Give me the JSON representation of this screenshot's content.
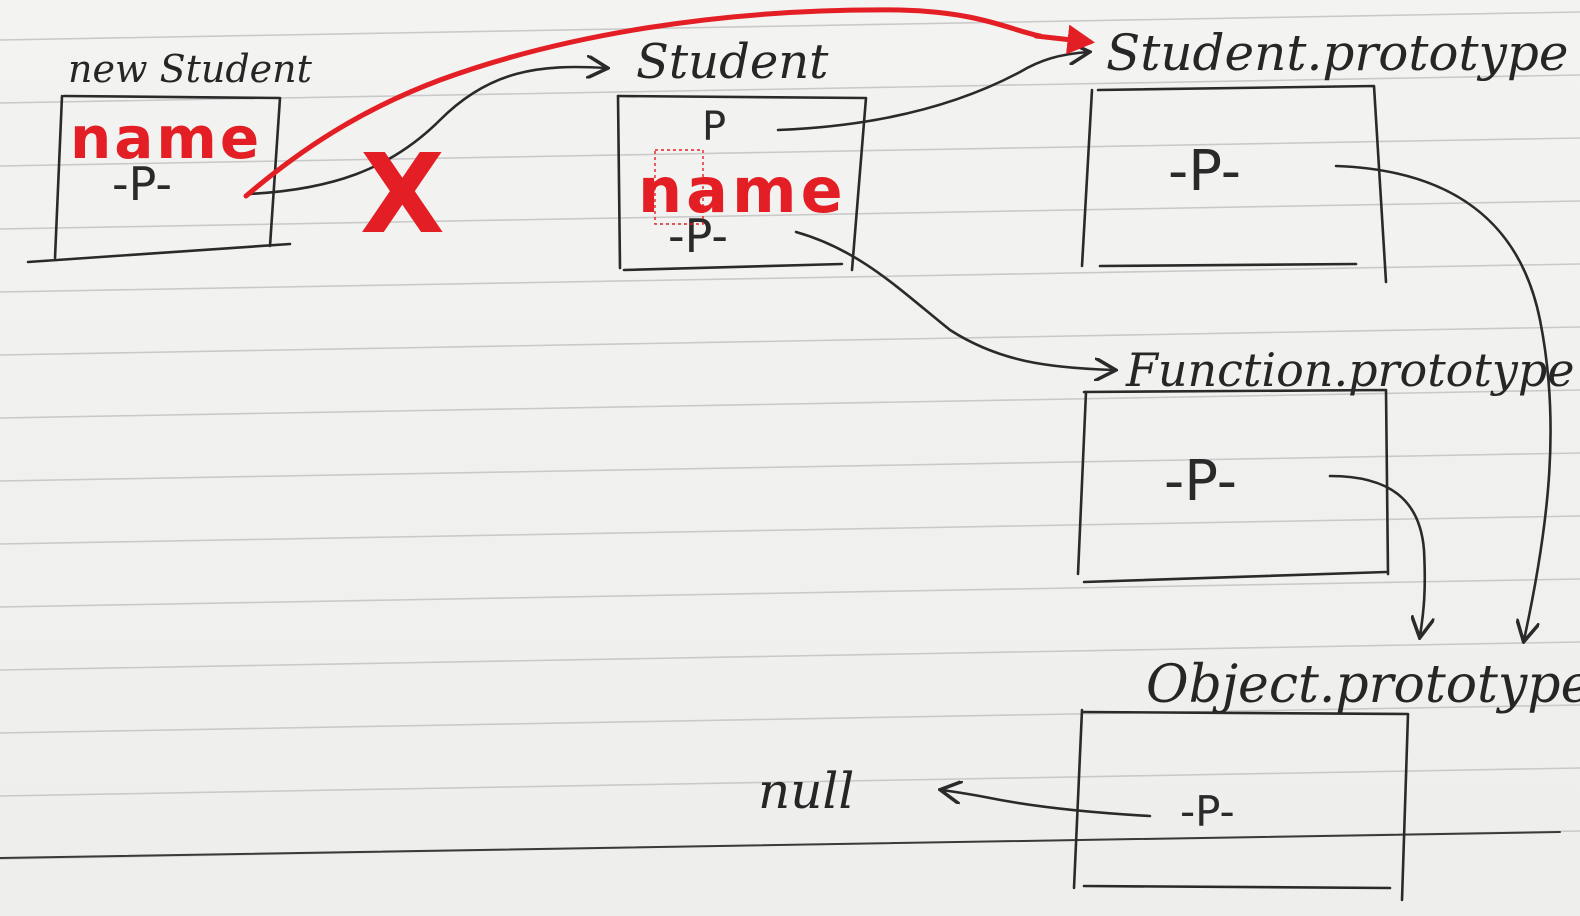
{
  "labels": {
    "new_student": "new Student",
    "student": "Student",
    "student_prototype": "Student.prototype",
    "function_prototype": "Function.prototype",
    "object_prototype": "Object.prototype",
    "null": "null"
  },
  "slots": {
    "new_student_proto": "-P-",
    "student_p": "P",
    "student_proto": "-P-",
    "student_prototype_proto": "-P-",
    "function_prototype_proto": "-P-",
    "object_prototype_proto": "-P-"
  },
  "annotations": {
    "added_name_instance": "name",
    "added_name_constructor": "name",
    "removed_link_mark": "X"
  },
  "colors": {
    "ink": "#2a2a2a",
    "annotation": "#e31e24",
    "paper": "#f1f1ef",
    "rule": "#c9c9c9"
  }
}
